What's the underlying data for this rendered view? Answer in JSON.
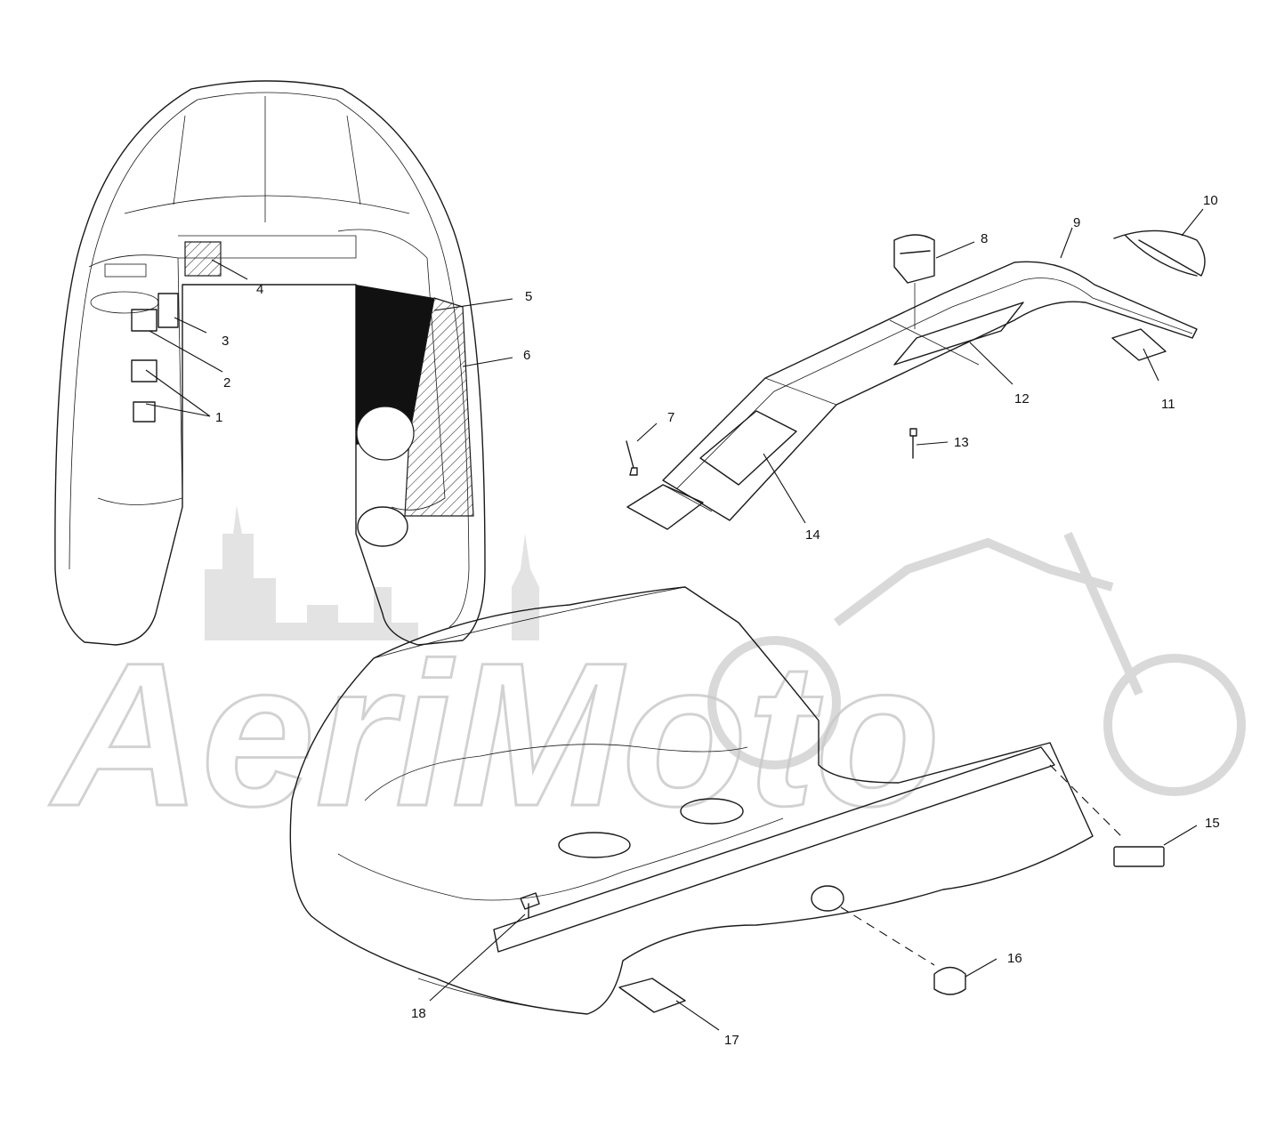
{
  "watermark": {
    "text": "AeriMoto"
  },
  "callouts": [
    {
      "number": "1",
      "label": "1"
    },
    {
      "number": "2",
      "label": "2"
    },
    {
      "number": "3",
      "label": "3"
    },
    {
      "number": "4",
      "label": "4"
    },
    {
      "number": "5",
      "label": "5"
    },
    {
      "number": "6",
      "label": "6"
    },
    {
      "number": "7",
      "label": "7"
    },
    {
      "number": "8",
      "label": "8"
    },
    {
      "number": "9",
      "label": "9"
    },
    {
      "number": "10",
      "label": "10"
    },
    {
      "number": "11",
      "label": "11"
    },
    {
      "number": "12",
      "label": "12"
    },
    {
      "number": "13",
      "label": "13"
    },
    {
      "number": "14",
      "label": "14"
    },
    {
      "number": "15",
      "label": "15"
    },
    {
      "number": "16",
      "label": "16"
    },
    {
      "number": "17",
      "label": "17"
    },
    {
      "number": "18",
      "label": "18"
    }
  ]
}
